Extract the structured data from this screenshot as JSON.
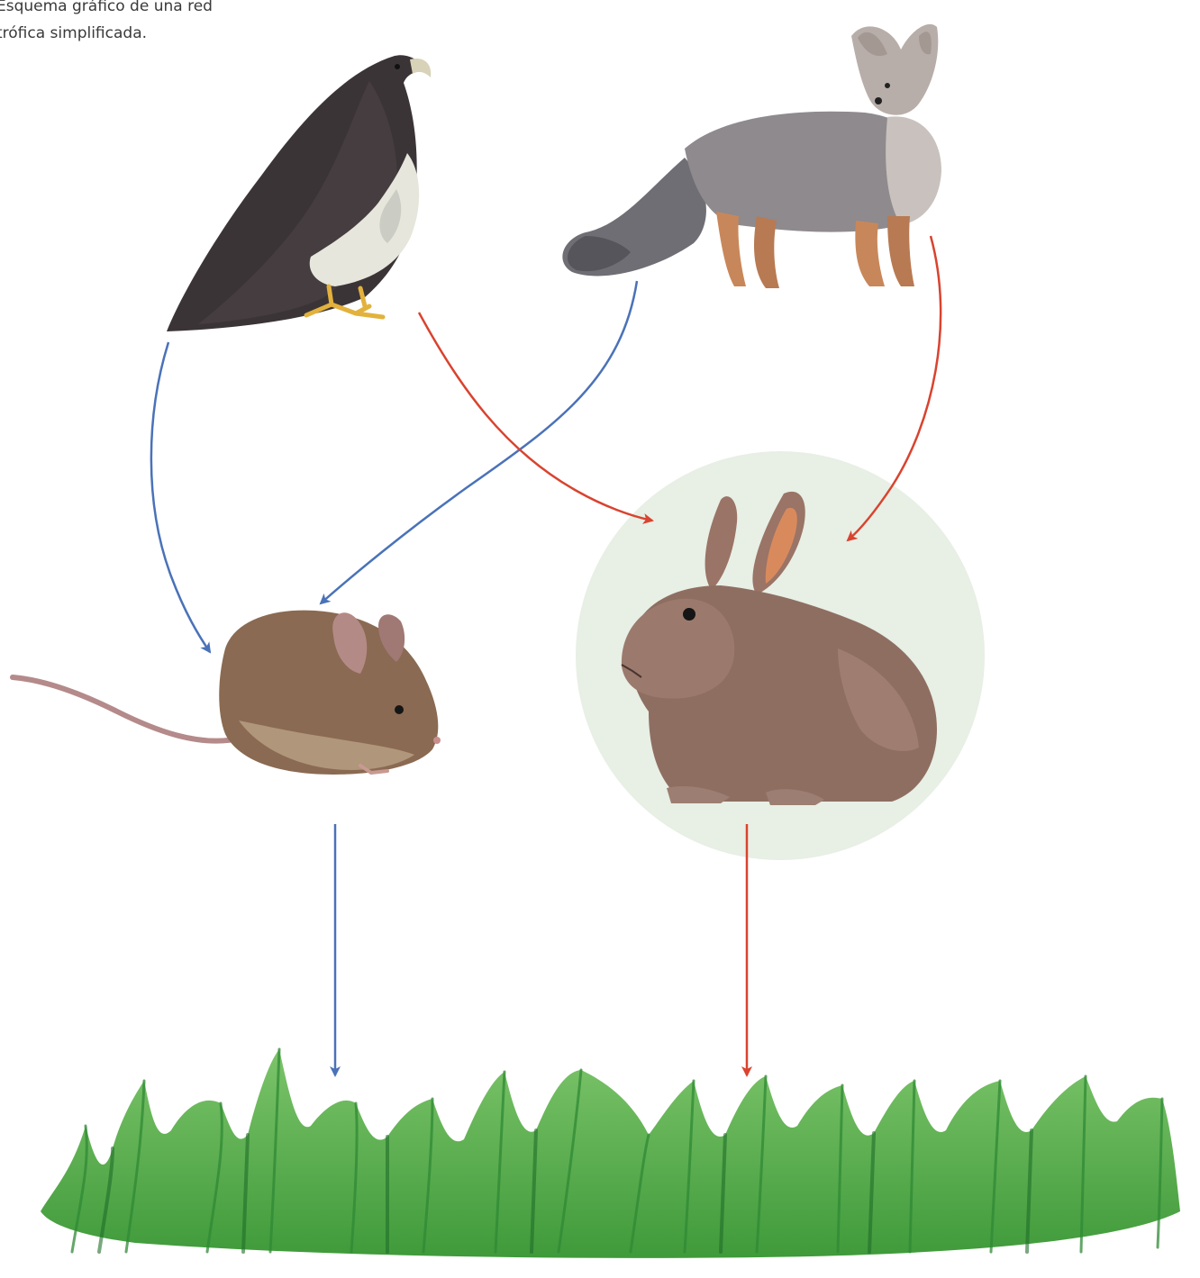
{
  "caption": {
    "line1": "Esquema gráfico de una red",
    "line2": "trófica simplificada."
  },
  "organisms": [
    {
      "id": "eagle",
      "icon": "eagle-illustration"
    },
    {
      "id": "fox",
      "icon": "fox-illustration"
    },
    {
      "id": "mouse",
      "icon": "mouse-illustration"
    },
    {
      "id": "rabbit",
      "icon": "rabbit-illustration",
      "highlighted": true
    },
    {
      "id": "grass",
      "icon": "grass-illustration"
    }
  ],
  "links": [
    {
      "from": "eagle",
      "to": "mouse",
      "color": "#4a72b8"
    },
    {
      "from": "eagle",
      "to": "rabbit",
      "color": "#d9432f"
    },
    {
      "from": "fox",
      "to": "mouse",
      "color": "#4a72b8"
    },
    {
      "from": "fox",
      "to": "rabbit",
      "color": "#d9432f"
    },
    {
      "from": "mouse",
      "to": "grass",
      "color": "#4a72b8"
    },
    {
      "from": "rabbit",
      "to": "grass",
      "color": "#d9432f"
    }
  ],
  "colors": {
    "blue_arrow": "#4a72b8",
    "red_arrow": "#d9432f",
    "highlight_circle": "#e8efe5"
  }
}
